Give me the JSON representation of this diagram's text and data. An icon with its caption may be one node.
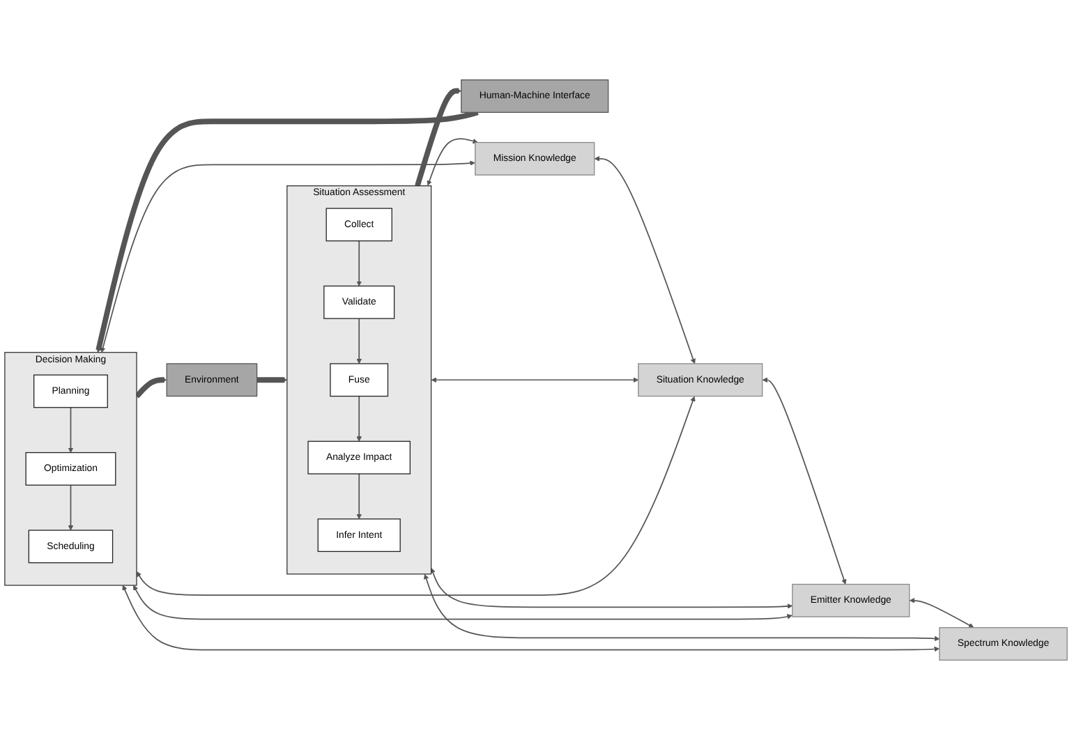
{
  "diagram": {
    "nodes": [
      {
        "text": [
          "Human-Machine Interface"
        ]
      },
      {
        "text": [
          "Situation Assessment"
        ]
      },
      {
        "text": [
          "Infer Intent"
        ],
        "in": 1
      },
      {
        "text": [
          "Analyze Impact"
        ],
        "in": 1
      },
      {
        "text": [
          "Fuse"
        ],
        "in": 1
      },
      {
        "text": [
          "Validate"
        ],
        "in": 1
      },
      {
        "text": [
          "Collect"
        ],
        "in": 1
      },
      {
        "text": [
          "Mission Knowledge"
        ]
      },
      {
        "text": [
          "Situation Knowledge"
        ]
      },
      {
        "text": [
          "Emitter Knowledge"
        ]
      },
      {
        "text": [
          "Spectrum Knowledge"
        ]
      },
      {
        "text": [
          "Decision Making"
        ]
      },
      {
        "text": [
          "Planning"
        ],
        "in": 11
      },
      {
        "text": [
          "Optimization"
        ],
        "in": 11
      },
      {
        "text": [
          "Scheduling"
        ],
        "in": 11
      },
      {
        "text": [
          "Environment"
        ]
      }
    ],
    "edges": [
      {
        "from": 1,
        "to": 0,
        "arrow": "to",
        "style": "thick"
      },
      {
        "from": 0,
        "to": 11,
        "arrow": "to",
        "style": "thick"
      },
      {
        "from": 11,
        "to": 15,
        "arrow": "to",
        "style": "thick"
      },
      {
        "from": 15,
        "to": 1,
        "arrow": "to",
        "style": "thick"
      },
      {
        "from": 6,
        "to": 5,
        "arrow": "to"
      },
      {
        "from": 5,
        "to": 4,
        "arrow": "to"
      },
      {
        "from": 4,
        "to": 3,
        "arrow": "to"
      },
      {
        "from": 3,
        "to": 2,
        "arrow": "to"
      },
      {
        "from": 1,
        "to": 7,
        "arrow": "both"
      },
      {
        "from": 1,
        "to": 8,
        "arrow": "both"
      },
      {
        "from": 1,
        "to": 9,
        "arrow": "both"
      },
      {
        "from": 1,
        "to": 10,
        "arrow": "both"
      },
      {
        "from": 7,
        "to": 8,
        "arrow": "both"
      },
      {
        "from": 8,
        "to": 9,
        "arrow": "both"
      },
      {
        "from": 9,
        "to": 10,
        "arrow": "both"
      },
      {
        "from": 7,
        "to": 11,
        "arrow": "both"
      },
      {
        "from": 8,
        "to": 11,
        "arrow": "both"
      },
      {
        "from": 9,
        "to": 11,
        "arrow": "both"
      },
      {
        "from": 10,
        "to": 11,
        "arrow": "both"
      },
      {
        "from": 12,
        "to": 13,
        "arrow": "to"
      },
      {
        "from": 13,
        "to": 14,
        "arrow": "to"
      }
    ]
  }
}
